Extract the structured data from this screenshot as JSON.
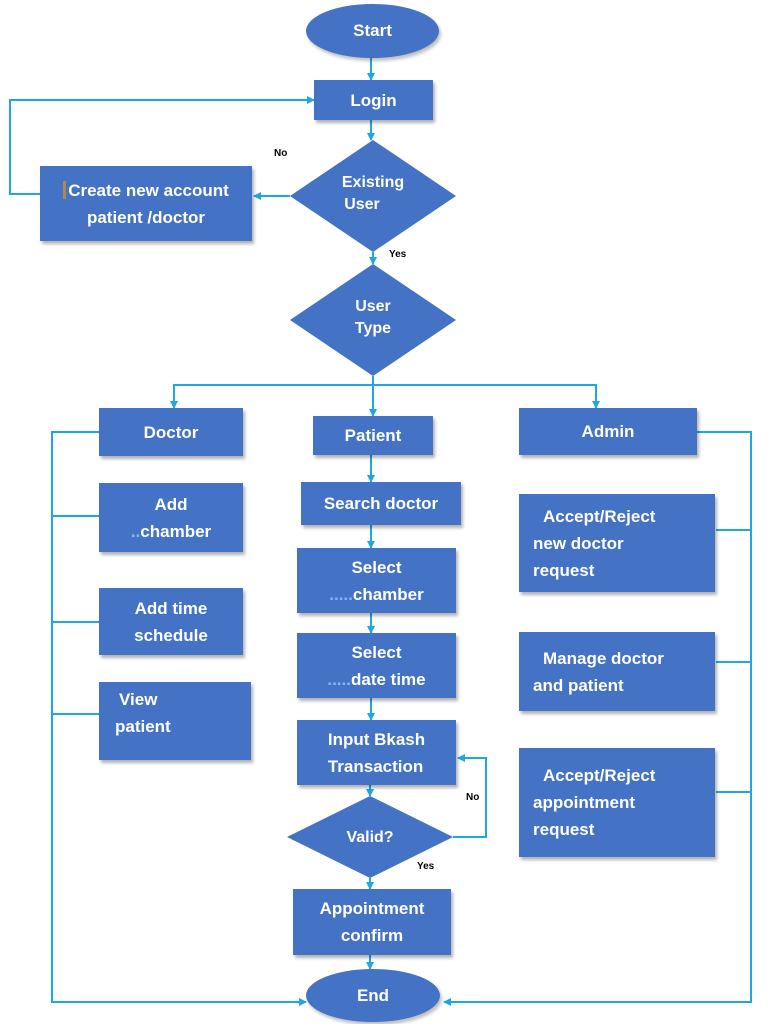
{
  "nodes": {
    "start": "Start",
    "login": "Login",
    "existing_user": [
      "Existing",
      "User"
    ],
    "create_account": [
      "Create new account",
      "patient /doctor"
    ],
    "user_type": [
      "User",
      "Type"
    ],
    "doctor": "Doctor",
    "patient": "Patient",
    "admin": "Admin",
    "add_chamber": [
      "Add",
      "chamber"
    ],
    "add_time_schedule": [
      "Add time",
      "schedule"
    ],
    "view_patient": [
      "View",
      "patient"
    ],
    "search_doctor": "Search doctor",
    "select_chamber": [
      "Select",
      "chamber"
    ],
    "select_date_time": [
      "Select",
      "date time"
    ],
    "input_bkash": [
      "Input Bkash",
      "Transaction"
    ],
    "valid": "Valid?",
    "appointment_confirm": [
      "Appointment",
      "confirm"
    ],
    "accept_reject_doctor": [
      "Accept/Reject",
      "new doctor",
      "request"
    ],
    "manage_doctor_patient": [
      "Manage doctor",
      "and patient"
    ],
    "accept_reject_appointment": [
      "Accept/Reject",
      "appointment",
      "request"
    ],
    "end": "End"
  },
  "labels": {
    "no_existing": "No",
    "yes_existing": "Yes",
    "no_valid": "No",
    "yes_valid": "Yes"
  },
  "colors": {
    "shape_fill": "#4472C4",
    "connector": "#1FA7E0",
    "text": "#FFFFFF"
  }
}
